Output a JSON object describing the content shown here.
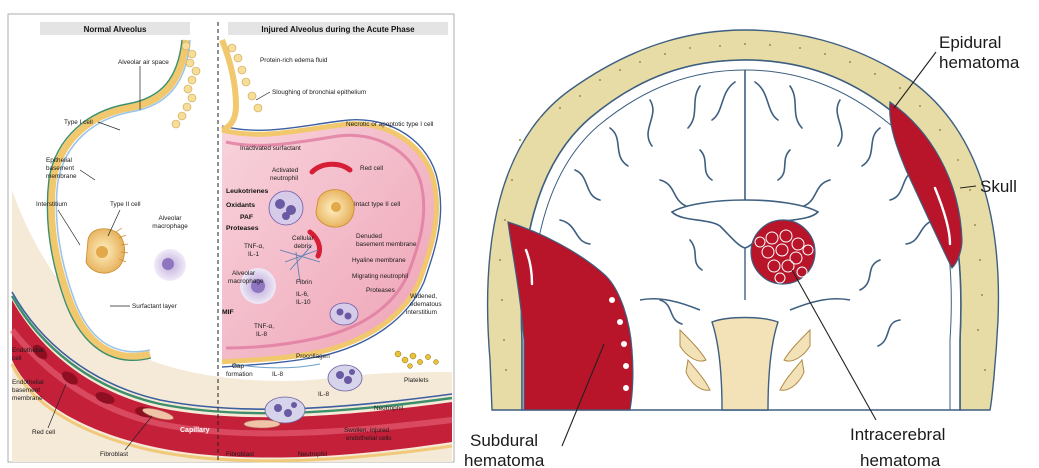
{
  "left_panel": {
    "headers": {
      "normal": "Normal Alveolus",
      "injured": "Injured Alveolus during the Acute Phase"
    },
    "labels": {
      "alveolar_air_space": "Alveolar air space",
      "type1_cell": "Type I cell",
      "epithelial_bm_1": "Epithelial",
      "epithelial_bm_2": "basement",
      "epithelial_bm_3": "membrane",
      "interstitium": "Interstitium",
      "type2_cell": "Type II cell",
      "alv_macrophage_1": "Alveolar",
      "alv_macrophage_2": "macrophage",
      "surfactant_layer": "Surfactant layer",
      "endothelial_cell_1": "Endothelial",
      "endothelial_cell_2": "cell",
      "endothelial_bm_1": "Endothelial",
      "endothelial_bm_2": "basement",
      "endothelial_bm_3": "membrane",
      "red_cell_left": "Red cell",
      "capillary": "Capillary",
      "fibroblast_left": "Fibroblast",
      "protein_rich_fluid": "Protein-rich edema fluid",
      "sloughing": "Sloughing of bronchial epithelium",
      "necrotic": "Necrotic or apoptotic type I cell",
      "inactivated_surfactant": "Inactivated surfactant",
      "red_cell_right": "Red cell",
      "activated_neutrophil_1": "Activated",
      "activated_neutrophil_2": "neutrophil",
      "leukotrienes": "Leukotrienes",
      "oxidants": "Oxidants",
      "paf": "PAF",
      "proteases_1": "Proteases",
      "intact_type2": "Intact type II cell",
      "tnf_il1_1": "TNF-α,",
      "tnf_il1_2": "IL-1",
      "cellular_debris_1": "Cellular",
      "cellular_debris_2": "debris",
      "denuded_bm_1": "Denuded",
      "denuded_bm_2": "basement membrane",
      "hyaline": "Hyaline membrane",
      "alv_macrophage_r1": "Alveolar",
      "alv_macrophage_r2": "macrophage",
      "fibrin": "Fibrin",
      "il_1": "IL-6,",
      "il_2": "IL-10",
      "migrating_neutrophil": "Migrating neutrophil",
      "proteases_2": "Proteases",
      "widened_1": "Widened,",
      "widened_2": "edematous",
      "widened_3": "interstitium",
      "mif": "MIF",
      "tnf_il8_1": "TNF-α,",
      "tnf_il8_2": "IL-8",
      "procollagen": "Procollagen",
      "gap_1": "Gap",
      "gap_2": "formation",
      "il8": "IL-8",
      "il8b": "IL-8",
      "platelets": "Platelets",
      "neutrophil_mid": "Neutrophil",
      "swollen_1": "Swollen, injured",
      "swollen_2": "endothelial cells",
      "fibroblast_right": "Fibroblast",
      "neutrophil_bottom": "Neutrophil"
    }
  },
  "right_panel": {
    "labels": {
      "epidural_1": "Epidural",
      "epidural_2": "hematoma",
      "skull": "Skull",
      "subdural_1": "Subdural",
      "subdural_2": "hematoma",
      "intracerebral_1": "Intracerebral",
      "intracerebral_2": "hematoma"
    }
  },
  "colors": {
    "hematoma": "#b8142a",
    "skull_bone": "#e8dca6",
    "brain": "#ffffff",
    "membrane": "#4a6b8a",
    "alveolus_wall": "#f1c86e",
    "capillary": "#c4203a",
    "injured_fluid": "#f3b9c6"
  }
}
